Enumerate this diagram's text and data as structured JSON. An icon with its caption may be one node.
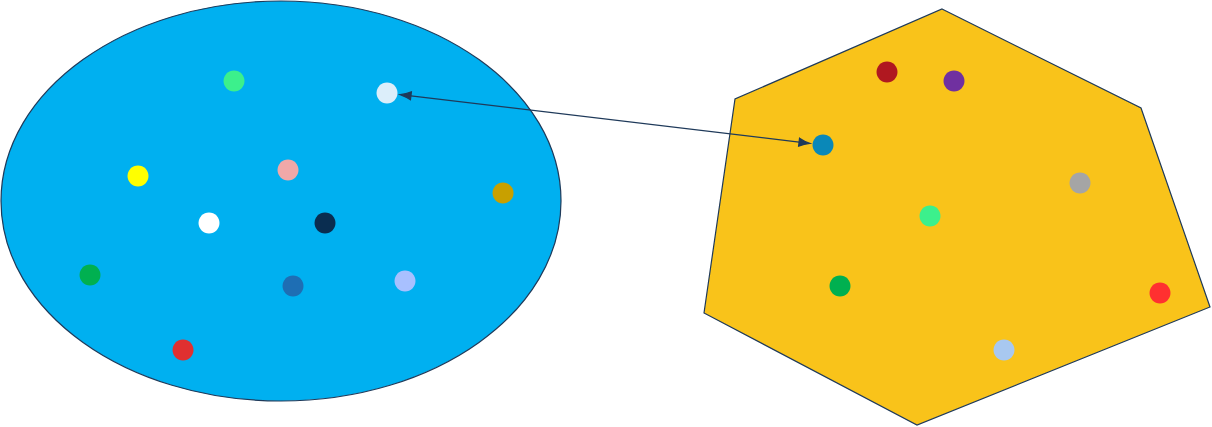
{
  "diagram": {
    "nodes": [
      {
        "text": [],
        "shape": "ellipse"
      },
      {
        "text": [],
        "shape": "circle",
        "in": 0
      },
      {
        "text": [],
        "shape": "circle",
        "in": 0
      },
      {
        "text": [],
        "shape": "circle",
        "in": 0
      },
      {
        "text": [],
        "shape": "circle",
        "in": 0
      },
      {
        "text": [],
        "shape": "circle",
        "in": 0
      },
      {
        "text": [],
        "shape": "circle",
        "in": 0
      },
      {
        "text": [],
        "shape": "circle",
        "in": 0
      },
      {
        "text": [],
        "shape": "circle",
        "in": 0
      },
      {
        "text": [],
        "shape": "circle",
        "in": 0
      },
      {
        "text": [],
        "shape": "circle",
        "in": 0
      },
      {
        "text": [],
        "shape": "circle",
        "in": 0
      },
      {
        "text": [],
        "shape": "hexagon"
      },
      {
        "text": [],
        "shape": "circle",
        "in": 12
      },
      {
        "text": [],
        "shape": "circle",
        "in": 12
      },
      {
        "text": [],
        "shape": "circle",
        "in": 12
      },
      {
        "text": [],
        "shape": "circle",
        "in": 12
      },
      {
        "text": [],
        "shape": "circle",
        "in": 12
      },
      {
        "text": [],
        "shape": "circle",
        "in": 12
      },
      {
        "text": [],
        "shape": "circle",
        "in": 12
      },
      {
        "text": [],
        "shape": "circle",
        "in": 12
      }
    ],
    "edges": [
      {
        "from": 9,
        "to": 13,
        "arrow": "both"
      }
    ]
  }
}
